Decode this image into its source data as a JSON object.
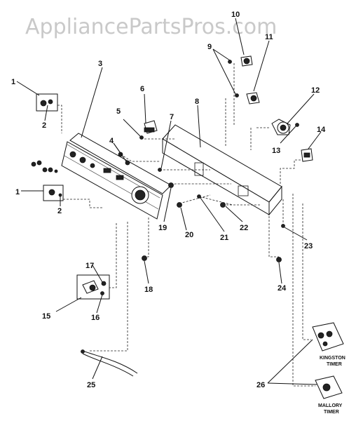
{
  "watermark": "AppliancePartsPros.com",
  "callouts": {
    "c1a": "1",
    "c2a": "2",
    "c1b": "1",
    "c2b": "2",
    "c3": "3",
    "c4": "4",
    "c5": "5",
    "c6": "6",
    "c7": "7",
    "c8": "8",
    "c9": "9",
    "c10": "10",
    "c11": "11",
    "c12": "12",
    "c13": "13",
    "c14": "14",
    "c15": "15",
    "c16": "16",
    "c17": "17",
    "c18": "18",
    "c19": "19",
    "c20": "20",
    "c21": "21",
    "c22": "22",
    "c23": "23",
    "c24": "24",
    "c25": "25",
    "c26": "26"
  },
  "captions": {
    "kingston_line1": "KINGSTON",
    "kingston_line2": "TIMER",
    "mallory_line1": "MALLORY",
    "mallory_line2": "TIMER"
  }
}
